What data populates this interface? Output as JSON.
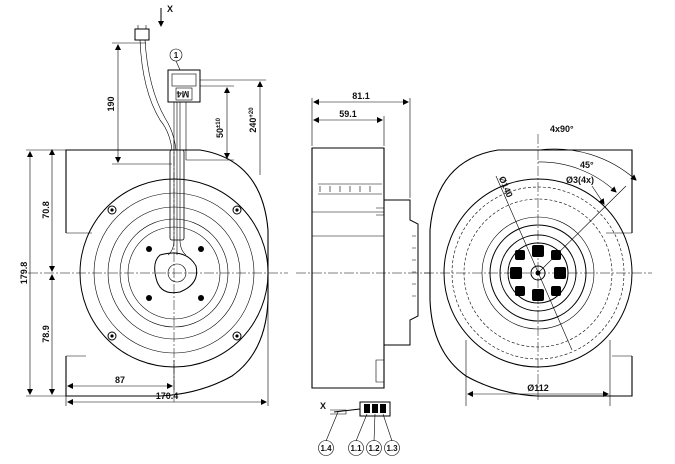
{
  "front_view": {
    "view_label": "X",
    "cable_length": "190",
    "connector_label": "M4",
    "callout": "1",
    "dim_50": "50",
    "dim_50_tol": "±10",
    "dim_240": "240",
    "dim_240_tol": "+20",
    "height_total": "179.8",
    "height_upper": "70.8",
    "height_lower": "78.9",
    "width_partial": "87",
    "width_total": "170.4"
  },
  "side_view": {
    "width_total": "81.1",
    "width_partial": "59.1"
  },
  "rear_view": {
    "holes_angle": "4x90°",
    "angle": "45°",
    "hole_dia": "Ø3(4x)",
    "circle_dia": "Ø140",
    "outer_dia": "Ø112"
  },
  "connector_detail": {
    "view_label": "X",
    "pins": [
      "1.4",
      "1.1",
      "1.2",
      "1.3"
    ]
  }
}
